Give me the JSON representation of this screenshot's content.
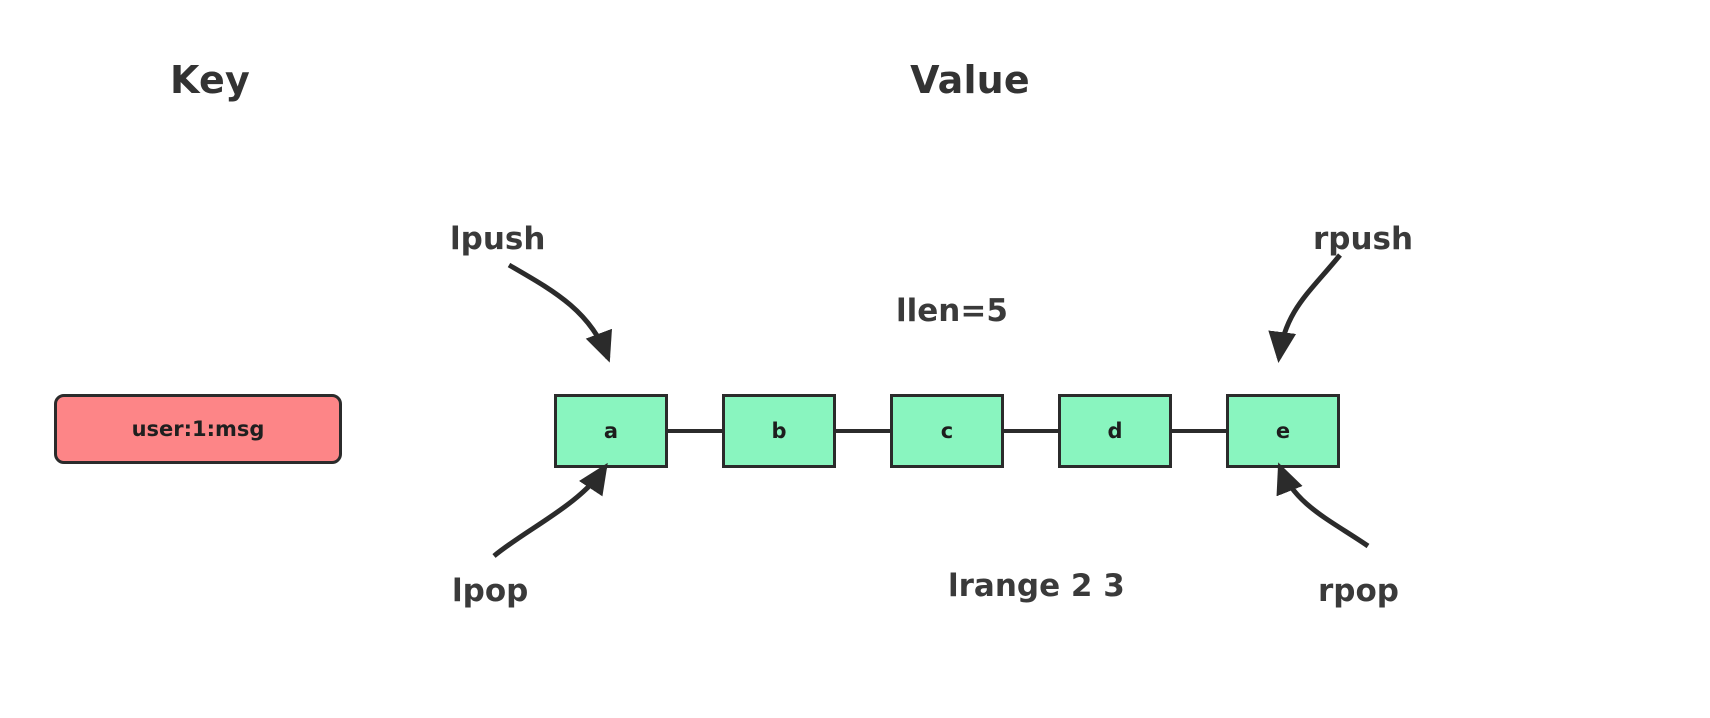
{
  "diagram": {
    "title_key": "Key",
    "title_value": "Value",
    "key_entry": {
      "label": "user:1:msg",
      "color": "#fd8587",
      "border_color": "#2b2b2b"
    },
    "list_nodes": [
      {
        "label": "a"
      },
      {
        "label": "b"
      },
      {
        "label": "c"
      },
      {
        "label": "d"
      },
      {
        "label": "e"
      }
    ],
    "node_color": "#89f5bf",
    "node_border_color": "#2b2b2b",
    "operations": {
      "lpush": "lpush",
      "rpush": "rpush",
      "lpop": "lpop",
      "rpop": "rpop"
    },
    "annotations": {
      "llen": "llen=5",
      "lrange": "lrange 2 3"
    }
  }
}
